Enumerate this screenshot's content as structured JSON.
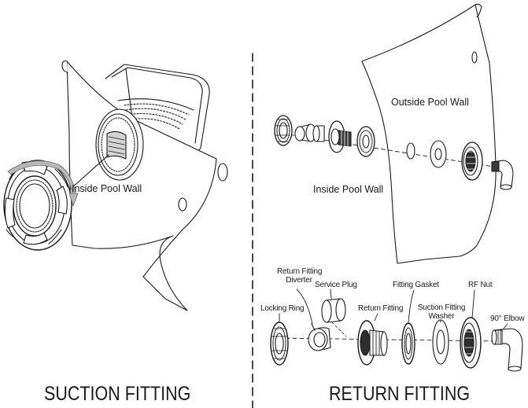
{
  "suction": {
    "title": "SUCTION FITTING",
    "wall_label": "Inside Pool Wall"
  },
  "return": {
    "title": "RETURN FITTING",
    "outside_wall_label": "Outside Pool Wall",
    "inside_wall_label": "Inside Pool Wall",
    "parts": {
      "locking_ring": "Locking Ring",
      "diverter_line1": "Return Fitting",
      "diverter_line2": "Diverter",
      "service_plug": "Service Plug",
      "return_fitting": "Return Fitting",
      "fitting_gasket": "Fitting Gasket",
      "washer_line1": "Suction Fitting",
      "washer_line2": "Washer",
      "rf_nut": "RF Nut",
      "elbow": "90° Elbow"
    }
  },
  "colors": {
    "ink": "#1a1a1a",
    "paper": "#ffffff",
    "gray": "#b8b8b8"
  }
}
